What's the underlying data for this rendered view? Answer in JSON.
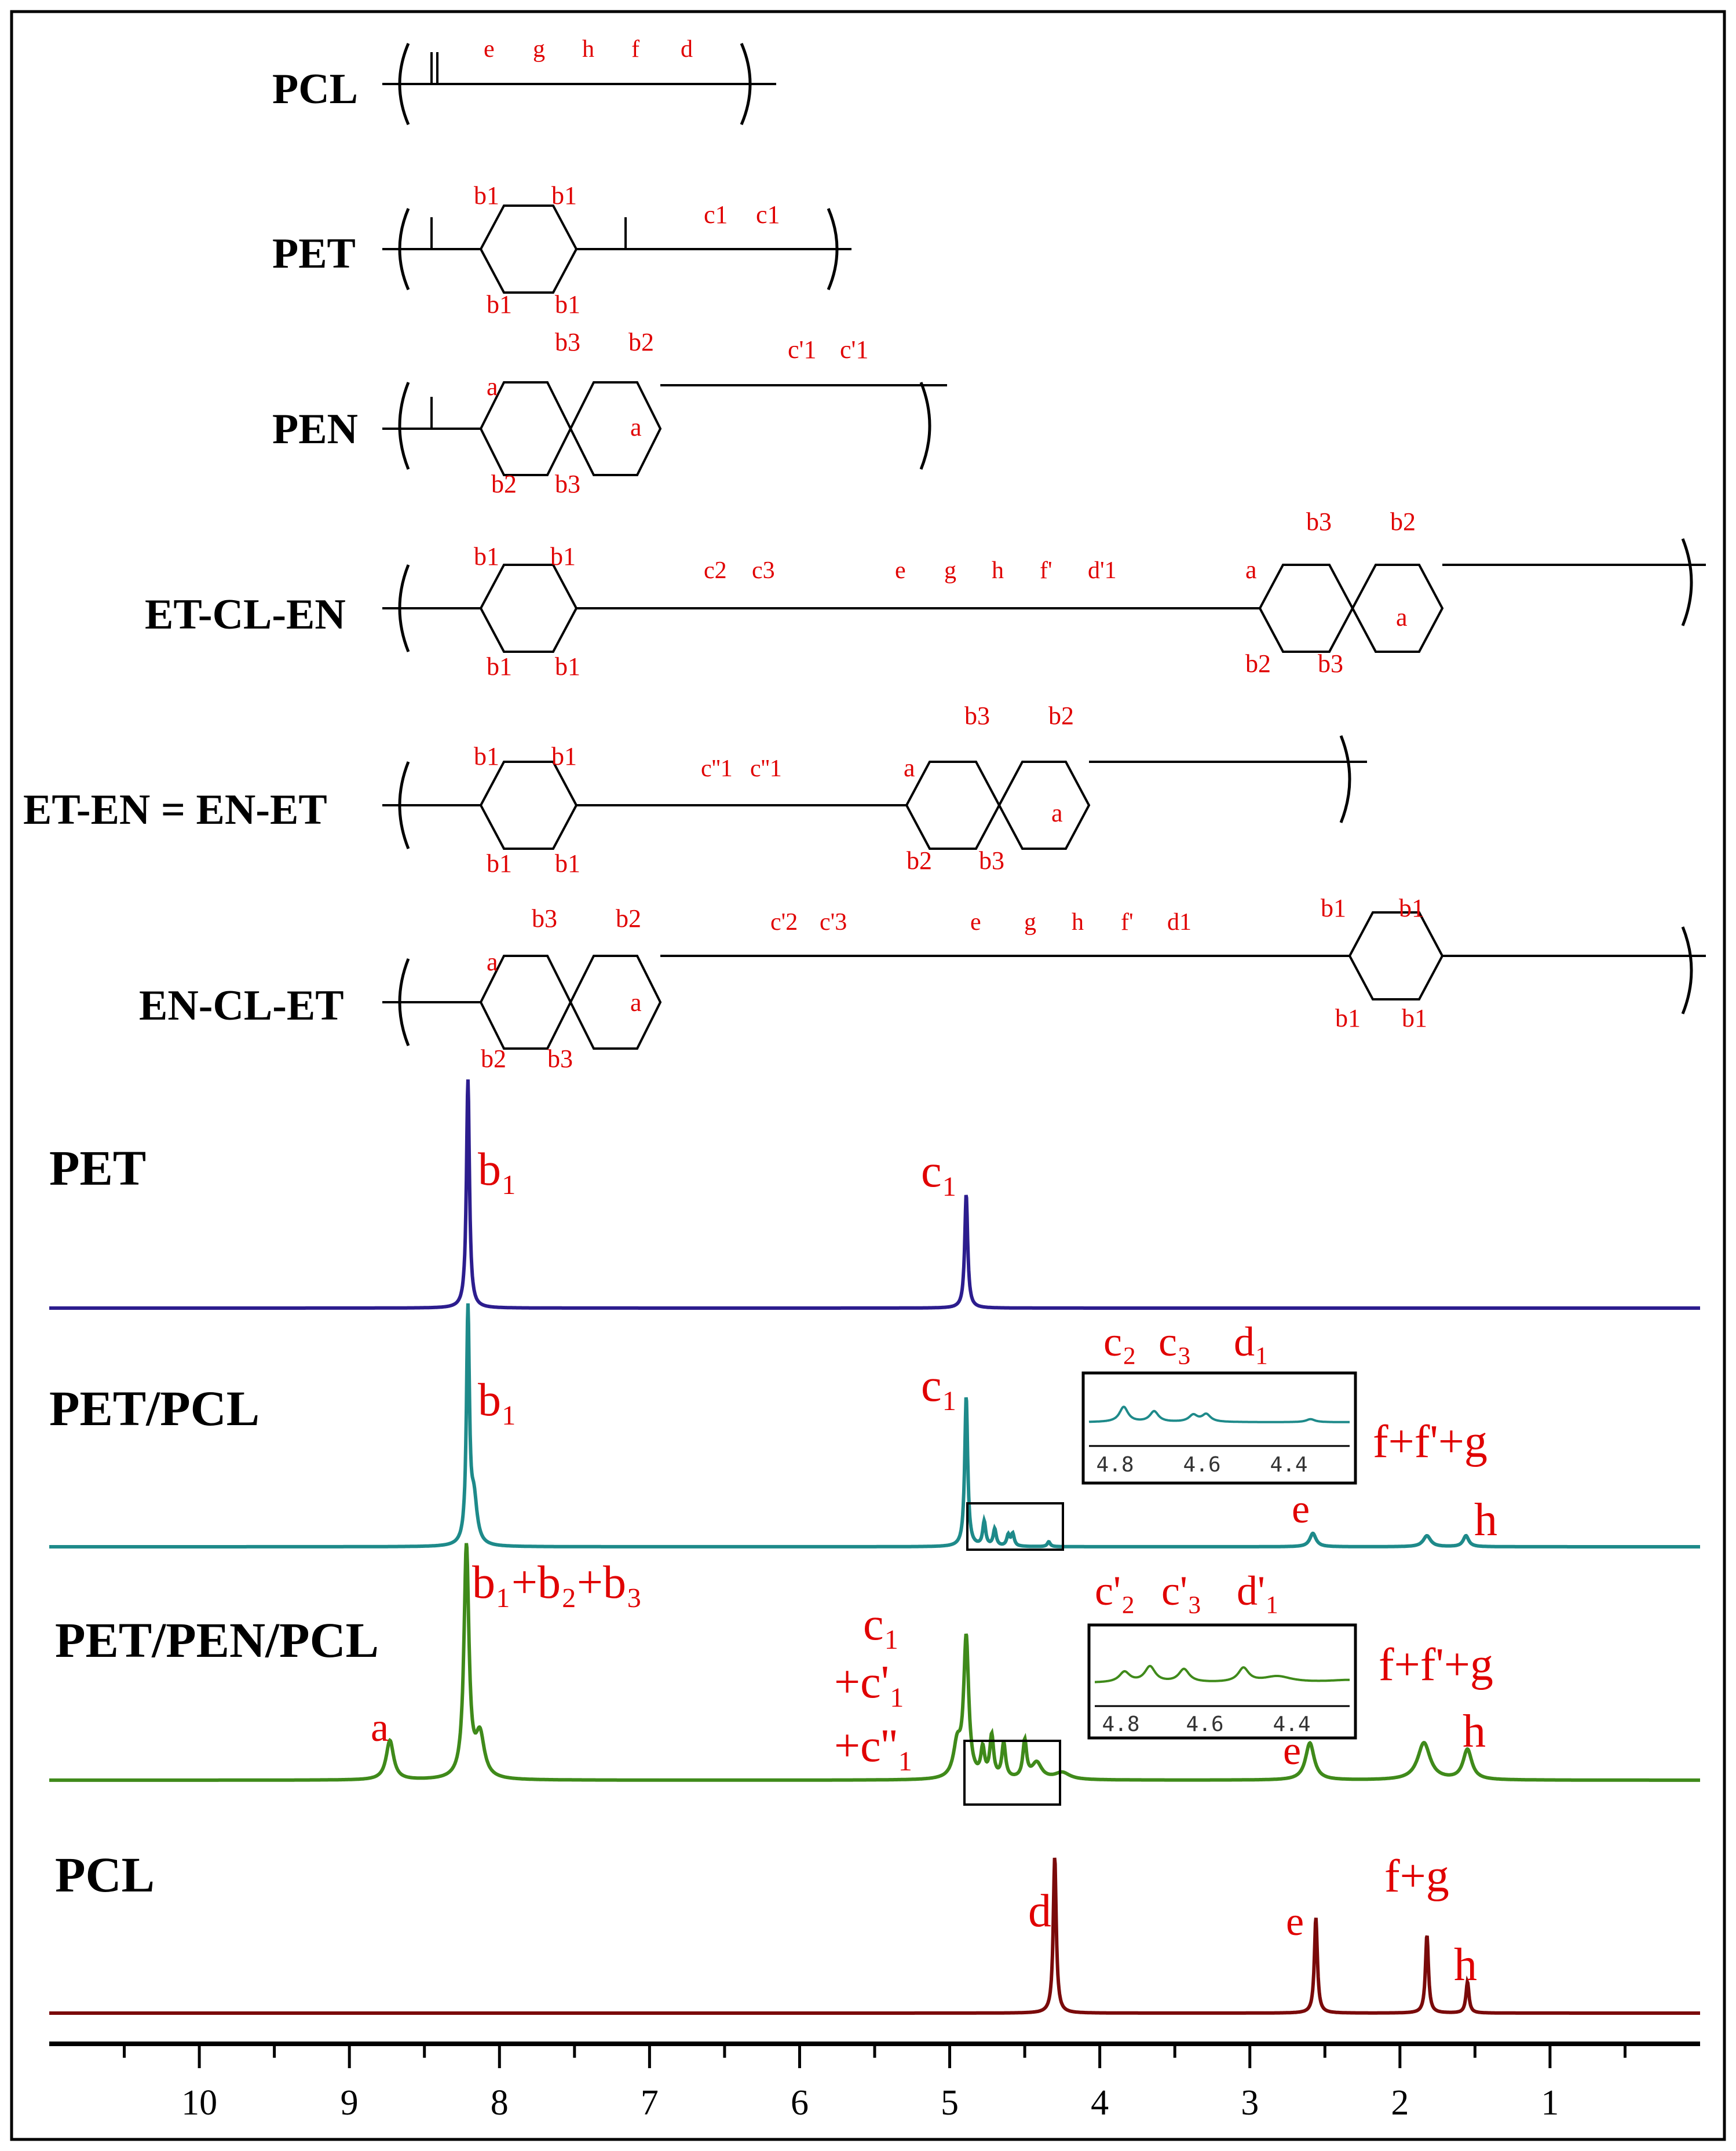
{
  "colors": {
    "PET": "#2c1d8e",
    "PET/PCL": "#1e8a8a",
    "PET/PEN/PCL": "#3f8a1a",
    "PCL": "#7a0a0a",
    "label": "#e00000"
  },
  "structures": [
    {
      "name": "PCL",
      "labels": [
        "e",
        "g",
        "h",
        "f",
        "d"
      ]
    },
    {
      "name": "PET",
      "labels": [
        "b1",
        "b1",
        "b1",
        "b1",
        "c1",
        "c1"
      ]
    },
    {
      "name": "PEN",
      "labels": [
        "a",
        "a",
        "b2",
        "b3",
        "b3",
        "b2",
        "c'1",
        "c'1"
      ]
    },
    {
      "name": "ET-CL-EN",
      "labels": [
        "b1",
        "b1",
        "b1",
        "b1",
        "c2",
        "c3",
        "e",
        "g",
        "h",
        "f'",
        "d'1",
        "a",
        "a",
        "b3",
        "b2",
        "b2",
        "b3"
      ]
    },
    {
      "name": "ET-EN = EN-ET",
      "labels": [
        "b1",
        "b1",
        "b1",
        "b1",
        "c''1",
        "c''1",
        "a",
        "a",
        "b3",
        "b2",
        "b2",
        "b3"
      ]
    },
    {
      "name": "EN-CL-ET",
      "labels": [
        "a",
        "a",
        "b3",
        "b2",
        "b2",
        "b3",
        "c'2",
        "c'3",
        "e",
        "g",
        "h",
        "f'",
        "d1",
        "b1",
        "b1",
        "b1",
        "b1"
      ]
    }
  ],
  "chart_data": {
    "type": "line",
    "xlabel": "",
    "ylabel": "",
    "xlim": [
      11,
      0
    ],
    "x_ticks": [
      "10",
      "9",
      "8",
      "7",
      "6",
      "5",
      "4",
      "3",
      "2",
      "1"
    ],
    "series": [
      {
        "name": "PET",
        "peaks": [
          {
            "x": 8.21,
            "height": 1.0,
            "width": 0.012
          },
          {
            "x": 4.89,
            "height": 0.5,
            "width": 0.012
          }
        ],
        "annotations": [
          {
            "text": "b₁",
            "x": 8.21
          },
          {
            "text": "c₁",
            "x": 4.89
          }
        ]
      },
      {
        "name": "PET/PCL",
        "peaks": [
          {
            "x": 8.21,
            "height": 0.95,
            "width": 0.012
          },
          {
            "x": 8.17,
            "height": 0.18,
            "width": 0.025
          },
          {
            "x": 4.89,
            "height": 0.62,
            "width": 0.012
          },
          {
            "x": 4.77,
            "height": 0.1,
            "width": 0.012
          },
          {
            "x": 4.7,
            "height": 0.07,
            "width": 0.012
          },
          {
            "x": 4.61,
            "height": 0.045,
            "width": 0.012
          },
          {
            "x": 4.58,
            "height": 0.05,
            "width": 0.012
          },
          {
            "x": 4.34,
            "height": 0.02,
            "width": 0.012
          },
          {
            "x": 2.58,
            "height": 0.055,
            "width": 0.025
          },
          {
            "x": 1.82,
            "height": 0.045,
            "width": 0.03
          },
          {
            "x": 1.56,
            "height": 0.045,
            "width": 0.022
          }
        ],
        "annotations": [
          {
            "text": "b₁",
            "x": 8.21
          },
          {
            "text": "c₁",
            "x": 4.89
          },
          {
            "text": "e",
            "x": 2.58
          },
          {
            "text": "f+f'+g",
            "x": 1.82
          },
          {
            "text": "h",
            "x": 1.56
          }
        ],
        "inset": {
          "xlim": [
            4.85,
            4.25
          ],
          "ticks": [
            "4.8",
            "4.6",
            "4.4"
          ],
          "labels": [
            "c₂",
            "c₃",
            "d₁"
          ]
        }
      },
      {
        "name": "PET/PEN/PCL",
        "peaks": [
          {
            "x": 8.73,
            "height": 0.17,
            "width": 0.03
          },
          {
            "x": 8.22,
            "height": 1.0,
            "width": 0.02
          },
          {
            "x": 8.13,
            "height": 0.18,
            "width": 0.035
          },
          {
            "x": 4.95,
            "height": 0.14,
            "width": 0.03
          },
          {
            "x": 4.89,
            "height": 0.6,
            "width": 0.02
          },
          {
            "x": 4.78,
            "height": 0.12,
            "width": 0.015
          },
          {
            "x": 4.72,
            "height": 0.18,
            "width": 0.015
          },
          {
            "x": 4.64,
            "height": 0.15,
            "width": 0.015
          },
          {
            "x": 4.5,
            "height": 0.16,
            "width": 0.015
          },
          {
            "x": 4.42,
            "height": 0.07,
            "width": 0.04
          },
          {
            "x": 4.25,
            "height": 0.03,
            "width": 0.06
          },
          {
            "x": 2.6,
            "height": 0.16,
            "width": 0.035
          },
          {
            "x": 1.84,
            "height": 0.16,
            "width": 0.05
          },
          {
            "x": 1.55,
            "height": 0.13,
            "width": 0.035
          }
        ],
        "annotations": [
          {
            "text": "a",
            "x": 8.73
          },
          {
            "text": "b₁+b₂+b₃",
            "x": 8.22
          },
          {
            "text": "c₁",
            "x": 4.89
          },
          {
            "text": "+c'₁",
            "x": 4.89
          },
          {
            "text": "+c''₁",
            "x": 4.89
          },
          {
            "text": "e",
            "x": 2.6
          },
          {
            "text": "f+f'+g",
            "x": 1.84
          },
          {
            "text": "h",
            "x": 1.55
          }
        ],
        "inset": {
          "xlim": [
            4.85,
            4.25
          ],
          "ticks": [
            "4.8",
            "4.6",
            "4.4"
          ],
          "labels": [
            "c'₂",
            "c'₃",
            "d'₁"
          ]
        }
      },
      {
        "name": "PCL",
        "peaks": [
          {
            "x": 4.3,
            "height": 0.9,
            "width": 0.012
          },
          {
            "x": 2.56,
            "height": 0.55,
            "width": 0.012
          },
          {
            "x": 1.82,
            "height": 0.45,
            "width": 0.012
          },
          {
            "x": 1.55,
            "height": 0.18,
            "width": 0.012
          }
        ],
        "annotations": [
          {
            "text": "d",
            "x": 4.3
          },
          {
            "text": "e",
            "x": 2.56
          },
          {
            "text": "f+g",
            "x": 1.82
          },
          {
            "text": "h",
            "x": 1.55
          }
        ]
      }
    ]
  }
}
